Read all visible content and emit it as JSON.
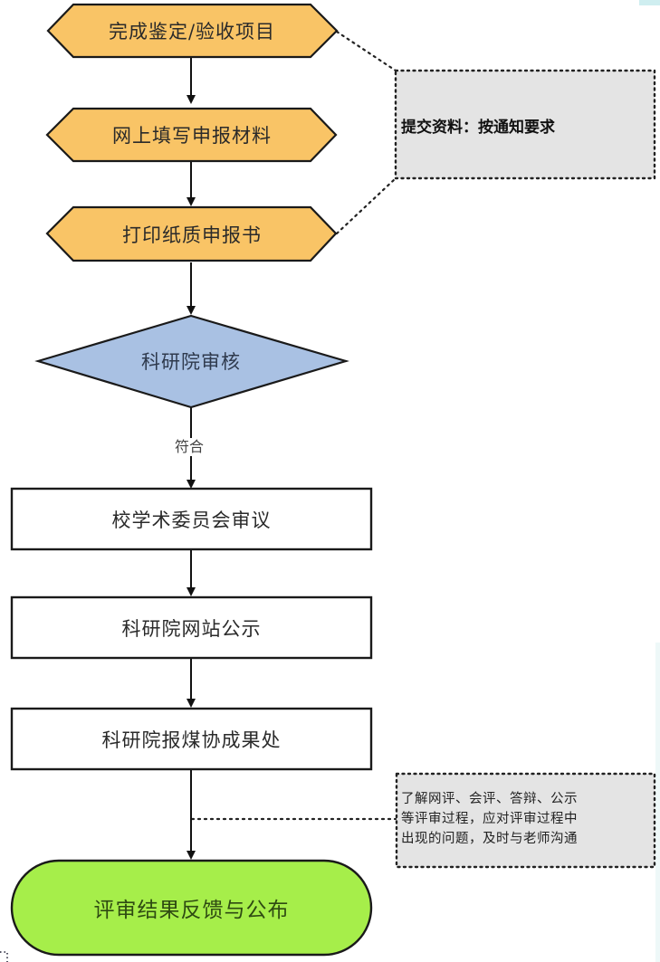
{
  "flowchart": {
    "colors": {
      "process_hexagon": "#F9C466",
      "decision_diamond": "#A9C1E3",
      "terminal_oval": "#A6EE4A",
      "rect_fill": "#FFFFFF",
      "note_fill": "#E4E4E4",
      "stroke": "#111111"
    },
    "steps": [
      {
        "id": "s1",
        "shape": "hexagon",
        "label": "完成鉴定/验收项目"
      },
      {
        "id": "s2",
        "shape": "hexagon",
        "label": "网上填写申报材料"
      },
      {
        "id": "s3",
        "shape": "hexagon",
        "label": "打印纸质申报书"
      },
      {
        "id": "s4",
        "shape": "diamond",
        "label": "科研院审核"
      },
      {
        "id": "s5",
        "shape": "rectangle",
        "label": "校学术委员会审议"
      },
      {
        "id": "s6",
        "shape": "rectangle",
        "label": "科研院网站公示"
      },
      {
        "id": "s7",
        "shape": "rectangle",
        "label": "科研院报煤协成果处"
      },
      {
        "id": "s8",
        "shape": "terminal",
        "label": "评审结果反馈与公布"
      }
    ],
    "edges": [
      {
        "from": "s1",
        "to": "s2",
        "label": ""
      },
      {
        "from": "s2",
        "to": "s3",
        "label": ""
      },
      {
        "from": "s3",
        "to": "s4",
        "label": ""
      },
      {
        "from": "s4",
        "to": "s5",
        "label": "符合"
      },
      {
        "from": "s5",
        "to": "s6",
        "label": ""
      },
      {
        "from": "s6",
        "to": "s7",
        "label": ""
      },
      {
        "from": "s7",
        "to": "s8",
        "label": ""
      }
    ],
    "notes": [
      {
        "id": "n1",
        "attached_to": [
          "s1",
          "s3"
        ],
        "text": "提交资料：按通知要求"
      },
      {
        "id": "n2",
        "attached_to": [
          "s7-s8-edge"
        ],
        "lines": [
          "了解网评、会评、答辩、公示",
          "等评审过程，应对评审过程中",
          "出现的问题，及时与老师沟通"
        ]
      }
    ]
  }
}
